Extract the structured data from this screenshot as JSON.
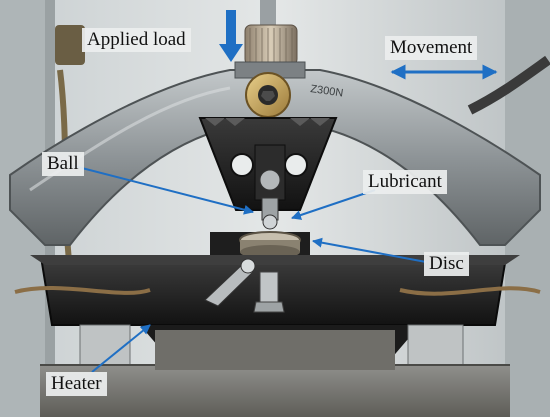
{
  "labels": {
    "applied_load": "Applied load",
    "movement": "Movement",
    "ball": "Ball",
    "lubricant": "Lubricant",
    "disc": "Disc",
    "heater": "Heater"
  },
  "engraving": "Z300N",
  "colors": {
    "arrow": "#1f6fc4",
    "label_bg": "#eceeee",
    "label_text": "#111111"
  }
}
